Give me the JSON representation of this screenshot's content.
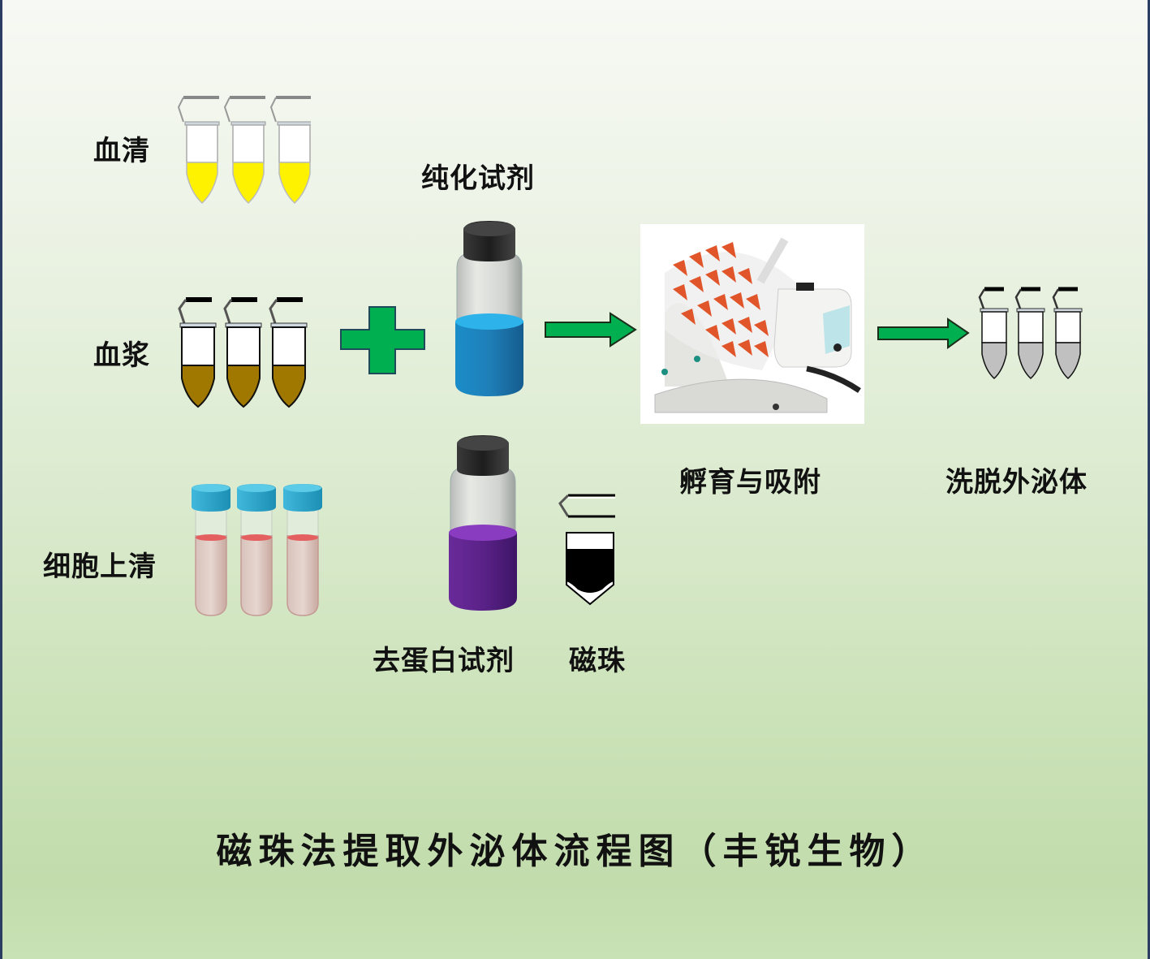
{
  "diagram": {
    "title": "磁珠法提取外泌体流程图（丰锐生物）",
    "samples": [
      {
        "label": "血清",
        "liquid_color": "#fff200",
        "tube_type": "microcentrifuge",
        "count": 3
      },
      {
        "label": "血浆",
        "liquid_color": "#a07800",
        "tube_type": "microcentrifuge",
        "count": 3
      },
      {
        "label": "细胞上清",
        "liquid_color": "#d8b8b0",
        "tube_type": "conical-capped",
        "cap_color": "#29a8cf",
        "count": 3
      }
    ],
    "operator": {
      "symbol": "plus",
      "color": "#00b050"
    },
    "reagents": [
      {
        "label": "纯化试剂",
        "liquid_color": "#1e9ad6"
      },
      {
        "label": "去蛋白试剂",
        "liquid_color": "#6a2a9a"
      },
      {
        "label": "磁珠",
        "liquid_color": "#000000"
      }
    ],
    "steps": [
      {
        "label": "孵育与吸附",
        "icon": "rotator-mixer-photo"
      },
      {
        "label": "洗脱外泌体",
        "icon": "eluted-tubes",
        "liquid_color": "#c0c0c0",
        "count": 3
      }
    ],
    "arrow_color": "#00b050"
  }
}
